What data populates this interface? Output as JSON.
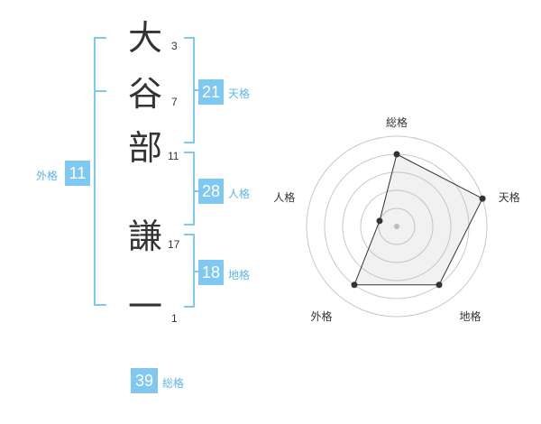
{
  "name": {
    "characters": [
      {
        "char": "大",
        "strokes": "3"
      },
      {
        "char": "谷",
        "strokes": "7"
      },
      {
        "char": "部",
        "strokes": "11"
      },
      {
        "char": "謙",
        "strokes": "17"
      },
      {
        "char": "一",
        "strokes": "1"
      }
    ]
  },
  "fortune": {
    "tenkaku": {
      "value": "21",
      "label": "天格"
    },
    "jinkaku": {
      "value": "28",
      "label": "人格"
    },
    "chikaku": {
      "value": "18",
      "label": "地格"
    },
    "gaikaku": {
      "value": "11",
      "label": "外格"
    },
    "soukaku": {
      "value": "39",
      "label": "総格"
    }
  },
  "colors": {
    "accent": "#7fc8f2",
    "accent_text": "#5bb6e8"
  },
  "chart_data": {
    "type": "radar",
    "axes": [
      "総格",
      "天格",
      "地格",
      "外格",
      "人格"
    ],
    "values": [
      4,
      5,
      4,
      4,
      1
    ],
    "max": 5,
    "rings": 5
  }
}
